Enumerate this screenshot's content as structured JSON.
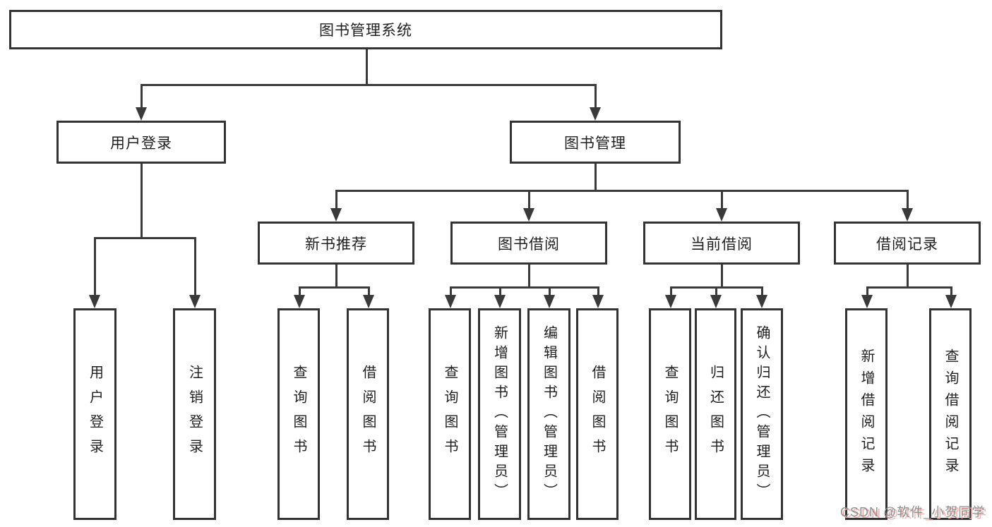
{
  "diagram": {
    "title": "图书管理系统",
    "children": [
      {
        "label": "用户登录",
        "children": [
          "用户登录",
          "注销登录"
        ]
      },
      {
        "label": "图书管理",
        "children": [
          {
            "label": "新书推荐",
            "children": [
              "查询图书",
              "借阅图书"
            ]
          },
          {
            "label": "图书借阅",
            "children": [
              "查询图书",
              "新增图书（管理员）",
              "编辑图书（管理员）",
              "借阅图书"
            ]
          },
          {
            "label": "当前借阅",
            "children": [
              "查询图书",
              "归还图书",
              "确认归还（管理员）"
            ]
          },
          {
            "label": "借阅记录",
            "children": [
              "新增借阅记录",
              "查询借阅记录"
            ]
          }
        ]
      }
    ]
  },
  "watermark": {
    "text": "CSDN @软件_小贺同学"
  },
  "colors": {
    "line": "#3a3a3a",
    "box_border": "#333333",
    "text": "#1f1f1f",
    "background": "#ffffff",
    "watermark_gray": "#8f8f8f",
    "watermark_pink": "#f2aba6"
  }
}
